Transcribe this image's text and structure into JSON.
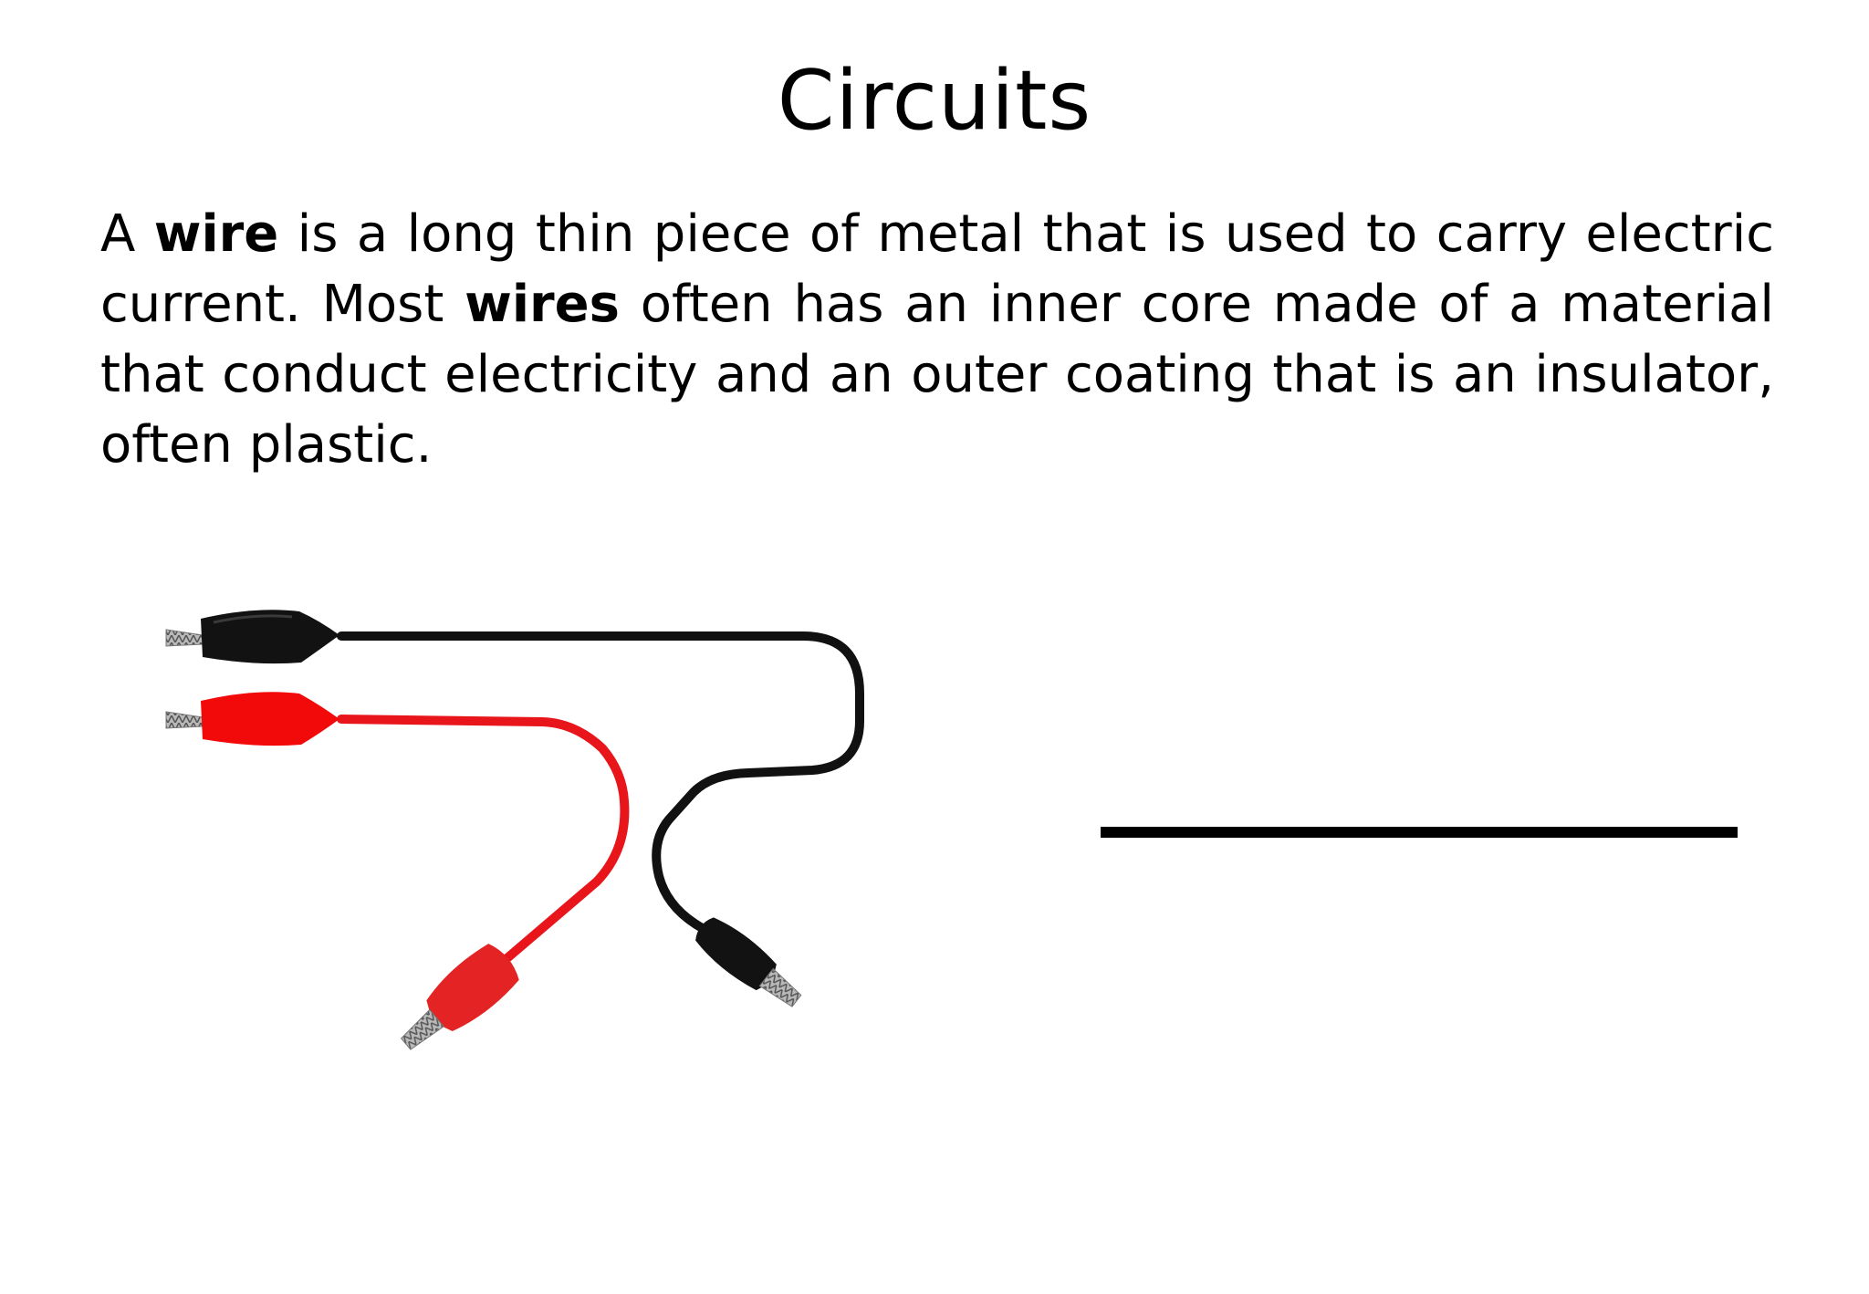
{
  "slide": {
    "title": "Circuits",
    "paragraph": {
      "part1": "A ",
      "bold1": "wire",
      "part2": " is a long thin piece of metal that is used to carry electric current. Most ",
      "bold2": "wires",
      "part3": " often has an inner core made of a material that conduct electricity and an outer coating that is an insulator, often plastic."
    }
  },
  "figure": {
    "image": "alligator-clip-test-leads",
    "wire_colors": {
      "black": "#111111",
      "red": "#e8151b"
    }
  },
  "symbol": {
    "icon": "wire-circuit-symbol",
    "color": "#000000"
  }
}
